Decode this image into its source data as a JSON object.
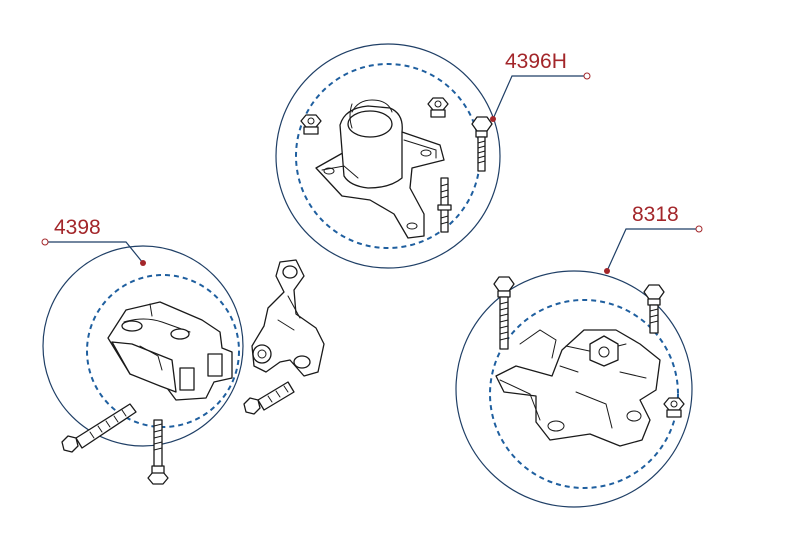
{
  "colors": {
    "callout_text": "#a3262a",
    "callout_dot": "#a3262a",
    "leader_line": "#1f3f66",
    "ring": "#1f3f66",
    "ring_dashed": "#1f5f9f",
    "part_outline": "#1a1a1a"
  },
  "callouts": [
    {
      "label": "4396H",
      "target": "upper-engine-mount-assembly"
    },
    {
      "label": "4398",
      "target": "left-transmission-mount-assembly"
    },
    {
      "label": "8318",
      "target": "right-transmission-mount-assembly"
    }
  ],
  "icons": [
    "engine-mount-icon",
    "transmission-mount-icon",
    "mount-bracket-icon",
    "bolt-icon",
    "nut-icon",
    "stud-icon"
  ]
}
